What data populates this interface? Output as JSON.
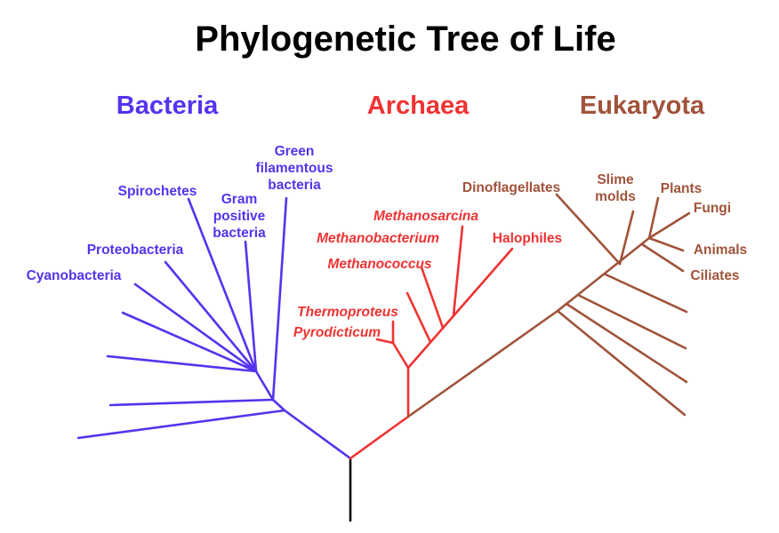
{
  "title": "Phylogenetic Tree of Life",
  "colors": {
    "bacteria": "#5533ee",
    "archaea": "#ee3333",
    "eukaryota": "#a0533a",
    "root": "#000000"
  },
  "domains": {
    "bacteria": "Bacteria",
    "archaea": "Archaea",
    "eukaryota": "Eukaryota"
  },
  "bacteria_labels": {
    "green_1": "Green",
    "green_2": "filamentous",
    "green_3": "bacteria",
    "spirochetes": "Spirochetes",
    "gram_1": "Gram",
    "gram_2": "positive",
    "gram_3": "bacteria",
    "proteobacteria": "Proteobacteria",
    "cyanobacteria": "Cyanobacteria"
  },
  "archaea_labels": {
    "methanosarcina": "Methanosarcina",
    "methanobacterium": "Methanobacterium",
    "halophiles": "Halophiles",
    "methanococcus": "Methanococcus",
    "thermoproteus": "Thermoproteus",
    "pyrodicticum": "Pyrodicticum"
  },
  "eukaryota_labels": {
    "dinoflagellates": "Dinoflagellates",
    "slime_1": "Slime",
    "slime_2": "molds",
    "plants": "Plants",
    "fungi": "Fungi",
    "animals": "Animals",
    "ciliates": "Ciliates"
  }
}
